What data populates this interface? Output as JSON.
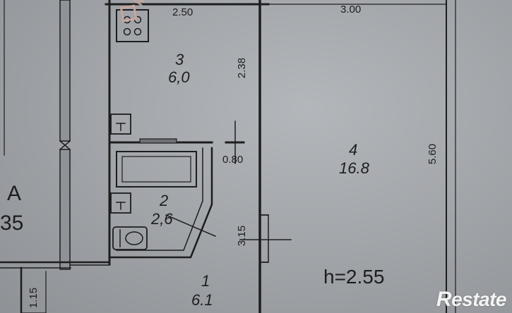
{
  "rooms": [
    {
      "id": "3",
      "area": "6,0"
    },
    {
      "id": "4",
      "area": "16.8"
    },
    {
      "id": "2",
      "area": "2,6"
    },
    {
      "id": "1",
      "area": "6.1"
    },
    {
      "id": "A",
      "area": "35"
    }
  ],
  "dimensions": {
    "kitchen_width": "2.50",
    "kitchen_height": "2.38",
    "room_width": "3.00",
    "room_height": "5.60",
    "door_width": "0.80",
    "bath_length": "3.15",
    "hall_length": "1.15"
  },
  "ceiling_height": "h=2.55",
  "watermark": "МОРЕОН",
  "logo": {
    "initial": "R",
    "rest": "estate"
  },
  "colors": {
    "paper": "#a6a9ad",
    "ink": "#1c1d1f",
    "watermark": "#c9a79c",
    "logo": "#f4f4f4"
  }
}
